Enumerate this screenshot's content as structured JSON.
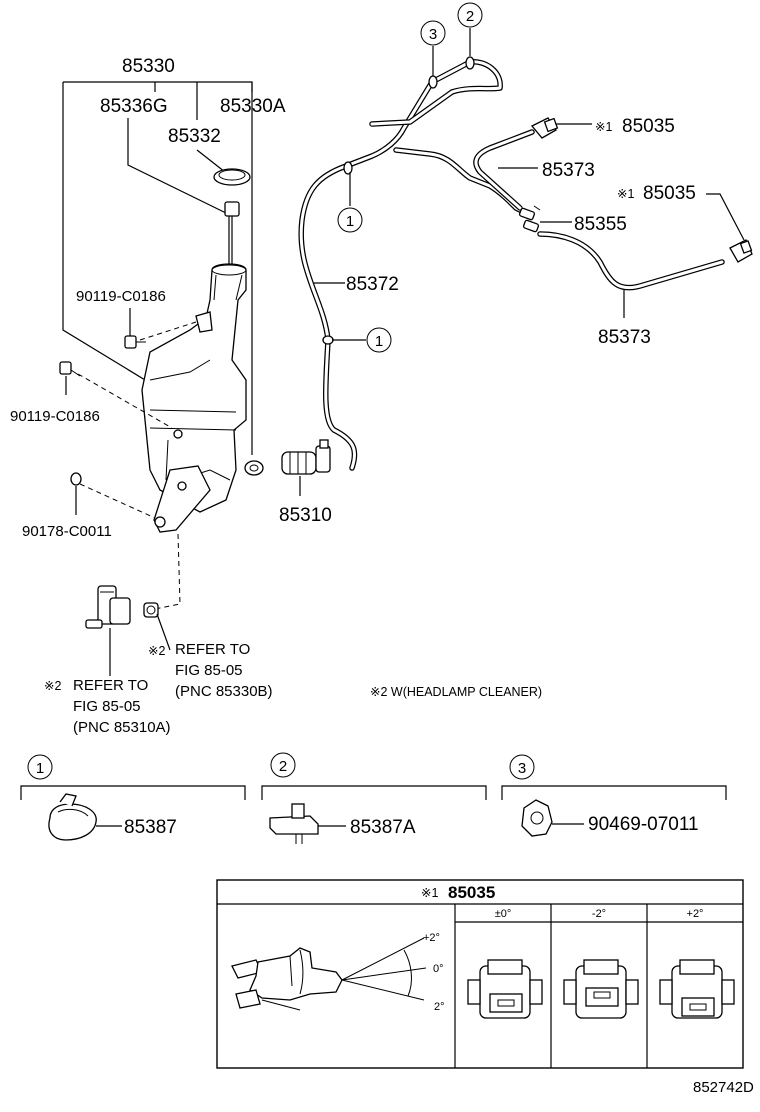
{
  "parts": {
    "p85330": "85330",
    "p85336G": "85336G",
    "p85330A": "85330A",
    "p85332": "85332",
    "bolt_upper": "90119-C0186",
    "bolt_lower": "90119-C0186",
    "p90178": "90178-C0011",
    "p85310": "85310",
    "p85372": "85372",
    "p85373_upper": "85373",
    "p85373_lower": "85373",
    "p85355": "85355",
    "p85035_upper": "85035",
    "p85035_lower": "85035",
    "mark1": "※1",
    "mark2": "※2"
  },
  "refs": {
    "ref_right_l1": "REFER TO",
    "ref_right_l2": "FIG 85-05",
    "ref_right_l3": "(PNC 85330B)",
    "ref_left_l1": "REFER TO",
    "ref_left_l2": "FIG 85-05",
    "ref_left_l3": "(PNC 85310A)"
  },
  "note": "※2 W(HEADLAMP CLEANER)",
  "callouts": {
    "c1": "1",
    "c2": "2",
    "c3": "3"
  },
  "details": [
    {
      "num": "1",
      "part": "85387"
    },
    {
      "num": "2",
      "part": "85387A"
    },
    {
      "num": "3",
      "part": "90469-07011"
    }
  ],
  "nozzle_table": {
    "title": "85035",
    "title_mark": "※1",
    "columns": [
      "±0°",
      "-2°",
      "+2°"
    ],
    "angle_plus": "+2°",
    "angle_zero": "0°",
    "angle_minus": "2°"
  },
  "diagram_id": "852742D"
}
